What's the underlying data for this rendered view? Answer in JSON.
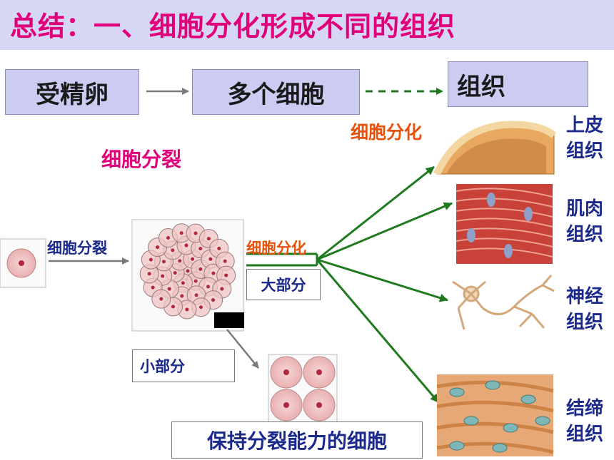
{
  "title": "总结：一、细胞分化形成不同的组织",
  "flow": {
    "step1": "受精卵",
    "step2": "多个细胞",
    "step3": "组织"
  },
  "labels": {
    "differentiation_top": "细胞分化",
    "division_top": "细胞分裂",
    "division_left": "细胞分裂",
    "differentiation_mid": "细胞分化",
    "majority": "大部分",
    "minority": "小部分",
    "keep_dividing": "保持分裂能力的细胞"
  },
  "tissues": [
    {
      "line1": "上皮",
      "line2": "组织"
    },
    {
      "line1": "肌肉",
      "line2": "组织"
    },
    {
      "line1": "神经",
      "line2": "组织"
    },
    {
      "line1": "结缔",
      "line2": "组织"
    }
  ],
  "colors": {
    "title": "#e0007a",
    "flow_box": "#ccccf2",
    "orange_label": "#e8520c",
    "magenta_label": "#e0007a",
    "navy_label": "#1c2a8c",
    "green_arrow": "#1f7a1f",
    "gray_arrow": "#7a7a7a"
  }
}
